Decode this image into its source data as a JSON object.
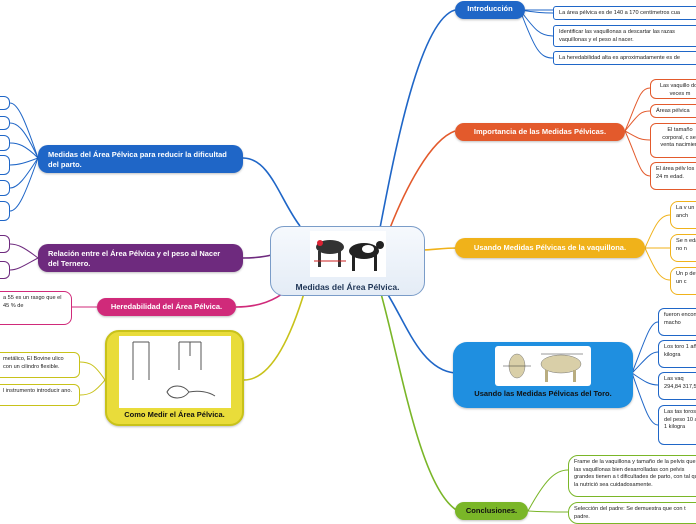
{
  "center": {
    "title": "Medidas del Área Pélvica."
  },
  "right": {
    "intro": {
      "label": "Introducción",
      "items": [
        "La área pélvica es de 140 a 170 centímetros cua",
        "Identificar las vaquillonas a descartar las razas vaquillonas y el peso al nacer.",
        "La heredabilidad alta es aproximadamente es de"
      ]
    },
    "importancia": {
      "label": "Importancia de las Medidas Pélvicas.",
      "items": [
        "Las vaquillo dos veces m",
        "Áreas pélvica",
        "El tamaño corporal, c ser venta nacimient",
        "El área pélv los 9 y 24 m edad."
      ]
    },
    "vaquillona": {
      "label": "Usando Medidas Pélvicas de la vaquillona.",
      "items": [
        "La v un á anch",
        "Se n edac no n",
        "Un p dete un c"
      ]
    },
    "toro": {
      "label": "Usando las Medidas Pélvicas del  Toro.",
      "items": [
        "fueron encont macho",
        "Los toro 1 año kilogra",
        "Las vaq 294,84 317,51",
        "Las tas toros a del peso 10 a 1 kilogra"
      ]
    },
    "conclusiones": {
      "label": "Conclusiones.",
      "items": [
        "Frame de la vaquillona y tamaño de la pelvis que las vaquillonas bien desarrolladas con pelvis grandes tienen a t dificultades de parto, con tal que la nutrició sea cuidadosamente.",
        "Selección del padre: Se demuestra que con t padre."
      ]
    }
  },
  "left": {
    "reducir": {
      "label": "Medidas del Área Pélvica para reducir la dificultad del parto."
    },
    "relacion": {
      "label": "Relación entre el Área Pélvica y el peso al Nacer del Ternero."
    },
    "heredabilidad": {
      "label": "Heredabilidad del Área Pélvica.",
      "text": "a 55 es un rasgo que el 45 % de"
    },
    "medir": {
      "label": "Como Medir el Área Pélvica.",
      "items": [
        "metálico, El Bovine ulico con un cilindro flexible.",
        "l instrumento introducir ano."
      ]
    }
  },
  "colors": {
    "blue": "#1f66c7",
    "red": "#e35a2c",
    "yellow": "#f0b21a",
    "green": "#7ab628",
    "purple": "#6e2a7e",
    "magenta": "#d02a7a",
    "olive": "#c8c21a"
  }
}
